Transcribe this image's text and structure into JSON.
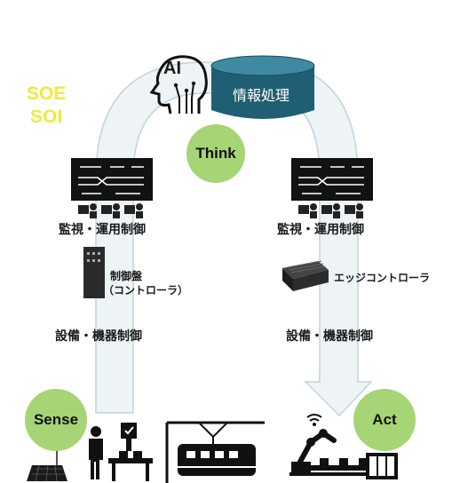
{
  "top": {
    "ai_label": "AI",
    "info_processing": "情報処理"
  },
  "soe_lines": [
    "SOE",
    "SOI"
  ],
  "cycle": {
    "think": "Think",
    "sense": "Sense",
    "act": "Act"
  },
  "left_column": {
    "monitor_label": "監視・運用制御",
    "panel_label_line1": "制御盤",
    "panel_label_line2": "（コントローラ）",
    "equipment_label": "設備・機器制御"
  },
  "right_column": {
    "monitor_label": "監視・運用制御",
    "edge_label": "エッジコントローラ",
    "equipment_label": "設備・機器制御"
  },
  "colors": {
    "green_circle": "#a7d474",
    "cylinder": "#1f5f73",
    "soe_text": "#f0e93a",
    "arc_fill": "#eef3f6",
    "arc_stroke": "#c4d3dd",
    "monitor_dark": "#121212"
  }
}
